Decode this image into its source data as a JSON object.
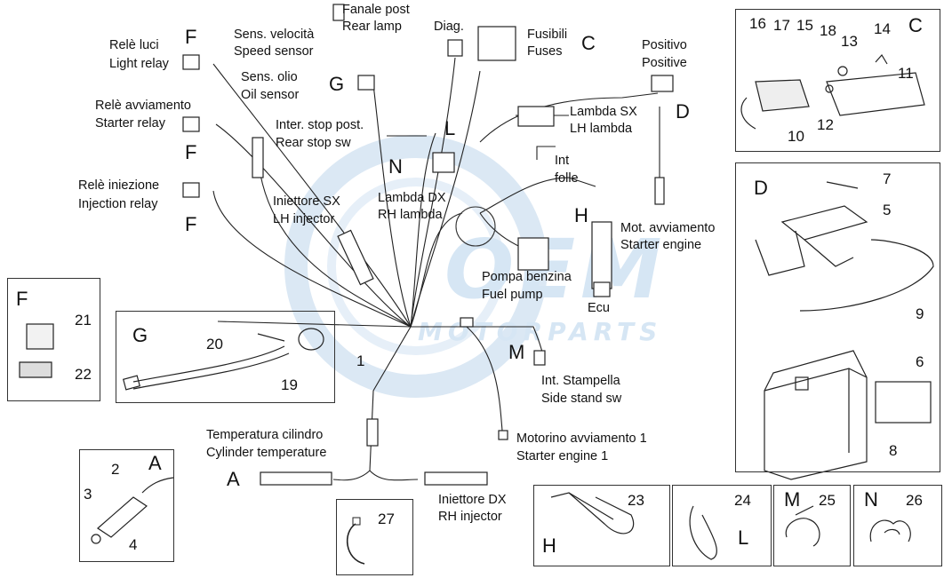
{
  "watermark": {
    "brand": "OEM",
    "tagline": "MOTORPARTS",
    "color": "#cfe2f3"
  },
  "labels": {
    "rear_lamp": [
      "Fanale post",
      "Rear lamp"
    ],
    "diag": "Diag.",
    "speed_sensor": [
      "Sens. velocità",
      "Speed sensor"
    ],
    "fuses": [
      "Fusibili",
      "Fuses"
    ],
    "fuses_letter": "C",
    "light_relay": [
      "Relè luci",
      "Light relay"
    ],
    "light_relay_letter": "F",
    "oil_sensor": [
      "Sens. olio",
      "Oil sensor"
    ],
    "speed_sensor_letter": "G",
    "positive": [
      "Positivo",
      "Positive"
    ],
    "positive_letter": "D",
    "starter_relay": [
      "Relè avviamento",
      "Starter relay"
    ],
    "starter_relay_letter": "F",
    "rear_stop": [
      "Inter. stop post.",
      "Rear stop sw"
    ],
    "l_letter": "L",
    "lambda_sx": [
      "Lambda SX",
      "LH lambda"
    ],
    "int_folle": [
      "Int",
      "folle"
    ],
    "n_letter": "N",
    "lambda_dx": [
      "Lambda DX",
      "RH lambda"
    ],
    "injection_relay": [
      "Relè iniezione",
      "Injection relay"
    ],
    "injection_relay_letter": "F",
    "injector_sx": [
      "Iniettore SX",
      "LH injector"
    ],
    "h_letter": "H",
    "starter_engine": [
      "Mot. avviamento",
      "Starter engine"
    ],
    "fuel_pump": [
      "Pompa benzina",
      "Fuel pump"
    ],
    "ecu": "Ecu",
    "m_letter": "M",
    "side_stand": [
      "Int. Stampella",
      "Side stand sw"
    ],
    "harness_num": "1",
    "cyl_temp": [
      "Temperatura cilindro",
      "Cylinder temperature"
    ],
    "a_letter": "A",
    "starter_engine_1": [
      "Motorino avviamento 1",
      "Starter engine 1"
    ],
    "injector_dx": [
      "Iniettore DX",
      "RH injector"
    ]
  },
  "boxes": {
    "c": {
      "letter": "C",
      "numbers": [
        "16",
        "17",
        "15",
        "18",
        "13",
        "14",
        "11",
        "12",
        "10"
      ]
    },
    "d": {
      "letter": "D",
      "numbers": [
        "7",
        "5",
        "9",
        "6",
        "8"
      ]
    },
    "f": {
      "letter": "F",
      "numbers": [
        "21",
        "22"
      ]
    },
    "g": {
      "letter": "G",
      "numbers": [
        "20",
        "19"
      ]
    },
    "a": {
      "letter": "A",
      "numbers": [
        "2",
        "3",
        "4"
      ]
    },
    "p27": {
      "numbers": [
        "27"
      ]
    },
    "h": {
      "letter": "H",
      "numbers": [
        "23"
      ]
    },
    "l": {
      "letter": "L",
      "numbers": [
        "24"
      ]
    },
    "m": {
      "letter": "M",
      "numbers": [
        "25"
      ]
    },
    "n": {
      "letter": "N",
      "numbers": [
        "26"
      ]
    }
  }
}
